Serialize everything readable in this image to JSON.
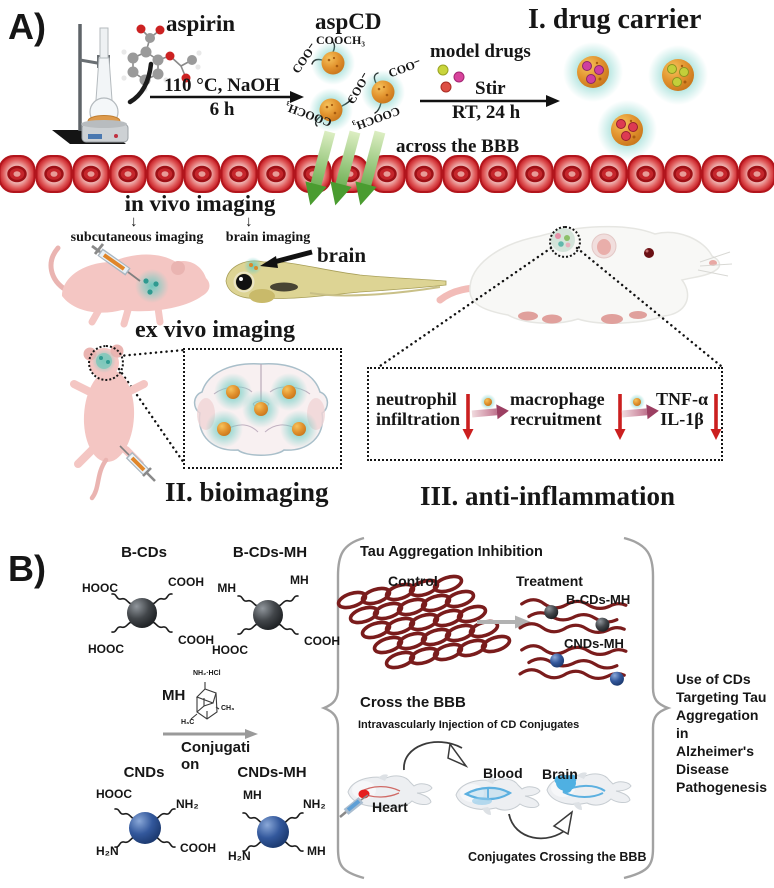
{
  "panelA": {
    "label": "A)",
    "aspirin": "aspirin",
    "aspcd": "aspCD",
    "reaction_top": "110 °C, NaOH",
    "reaction_bottom": "6 h",
    "model_drugs": "model drugs",
    "stir": "Stir",
    "rt": "RT, 24 h",
    "drug_carrier": "I. drug carrier",
    "across_bbb": "across the BBB",
    "in_vivo": "in vivo imaging",
    "subcutaneous": "subcutaneous imaging",
    "brain_imaging": "brain imaging",
    "brain": "brain",
    "ex_vivo": "ex vivo imaging",
    "bioimaging": "II. bioimaging",
    "anti_inflammation": "III. anti-inflammation",
    "aspcd_labels": [
      "COOCH₃",
      "COO⁻",
      "COO⁻",
      "COO⁻",
      "COOCH₃",
      "COOCH₃"
    ],
    "steps": [
      {
        "line1": "neutrophil",
        "line2": "infiltration"
      },
      {
        "line1": "macrophage",
        "line2": "recruitment"
      },
      {
        "line1": "TNF-α",
        "line2": "IL-1β"
      }
    ]
  },
  "panelB": {
    "label": "B)",
    "bcds": "B-CDs",
    "bcds_mh": "B-CDs-MH",
    "cnds": "CNDs",
    "cnds_mh": "CNDs-MH",
    "mh": "MH",
    "mh_salt": "NH₂·HCl",
    "mh_ch3": "CH₃",
    "mh_h3c": "H₃C",
    "conjugation_line1": "Conjugati",
    "conjugation_line2": "on",
    "bcds_arms": [
      "HOOC",
      "COOH",
      "HOOC",
      "COOH"
    ],
    "bcdsmh_arms": [
      "MH",
      "MH",
      "HOOC",
      "COOH"
    ],
    "cnds_arms": [
      "HOOC",
      "NH₂",
      "H₂N",
      "COOH"
    ],
    "cndsmh_arms": [
      "MH",
      "NH₂",
      "H₂N",
      "MH"
    ],
    "tau_title": "Tau Aggregation Inhibition",
    "control": "Control",
    "treatment": "Treatment",
    "treat_bcds": "B-CDs-MH",
    "treat_cnds": "CNDs-MH",
    "cross_bbb": "Cross the BBB",
    "injection": "Intravascularly Injection of CD Conjugates",
    "fish": {
      "heart": "Heart",
      "blood": "Blood",
      "brain": "Brain"
    },
    "crossing": "Conjugates Crossing the BBB",
    "use_lines": [
      "Use of CDs",
      "Targeting Tau",
      "Aggregation in",
      "Alzheimer's",
      "Disease",
      "Pathogenesis"
    ]
  },
  "icons": {
    "down_arrow": "↓"
  },
  "colors": {
    "teal_glow": "#69c8bd",
    "carbon_dot_orange": "#e0912f",
    "rbc_red": "#c41e24",
    "bbb_arrow_green": "#4a9c30",
    "tau_red": "#7a1c1c",
    "bcd_sphere_dark": "#34383c",
    "cnd_sphere_blue": "#2c549a",
    "fish_blue": "#5fb4e4",
    "mouse_pink": "#f4c6c3",
    "decrease_arrow_red": "#cb1f1f"
  }
}
